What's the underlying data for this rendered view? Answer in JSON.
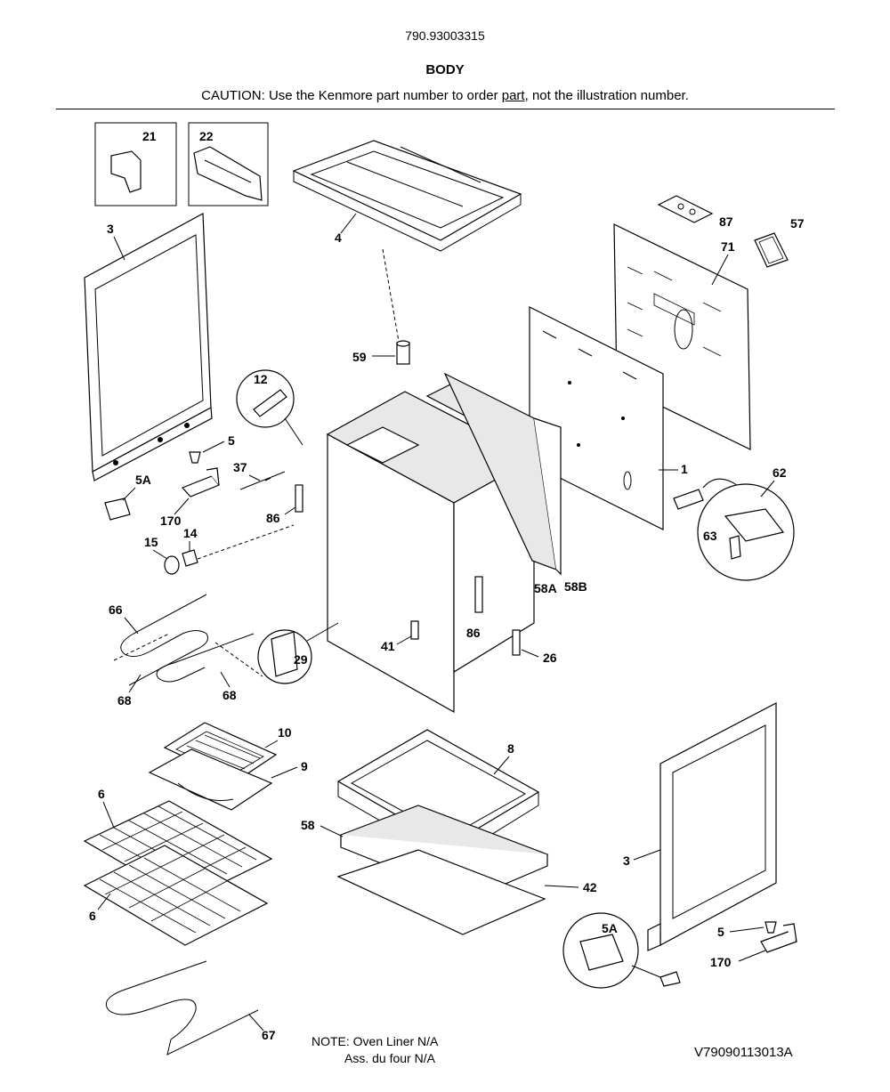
{
  "header": {
    "model_number": "790.93003315",
    "section_title": "BODY",
    "caution_prefix": "CAUTION: Use the Kenmore part number to order ",
    "caution_link": "part",
    "caution_suffix": ", not the illustration number."
  },
  "labels": {
    "p21": "21",
    "p22": "22",
    "p3a": "3",
    "p4": "4",
    "p87": "87",
    "p57": "57",
    "p71": "71",
    "p59": "59",
    "p12": "12",
    "p5a": "5",
    "p37": "37",
    "p5Aa": "5A",
    "p170a": "170",
    "p86a": "86",
    "p15": "15",
    "p14": "14",
    "p1": "1",
    "p62": "62",
    "p63": "63",
    "p58A": "58A",
    "p58B": "58B",
    "p66": "66",
    "p29": "29",
    "p41": "41",
    "p86b": "86",
    "p26": "26",
    "p68a": "68",
    "p68b": "68",
    "p10": "10",
    "p9": "9",
    "p8": "8",
    "p6a": "6",
    "p6b": "6",
    "p58": "58",
    "p42": "42",
    "p3b": "3",
    "p5Ab": "5A",
    "p5b": "5",
    "p170b": "170",
    "p67": "67"
  },
  "footer": {
    "note_line1": "NOTE: Oven Liner N/A",
    "note_line2": "Ass. du four N/A",
    "diagram_code": "V79090113013A"
  }
}
